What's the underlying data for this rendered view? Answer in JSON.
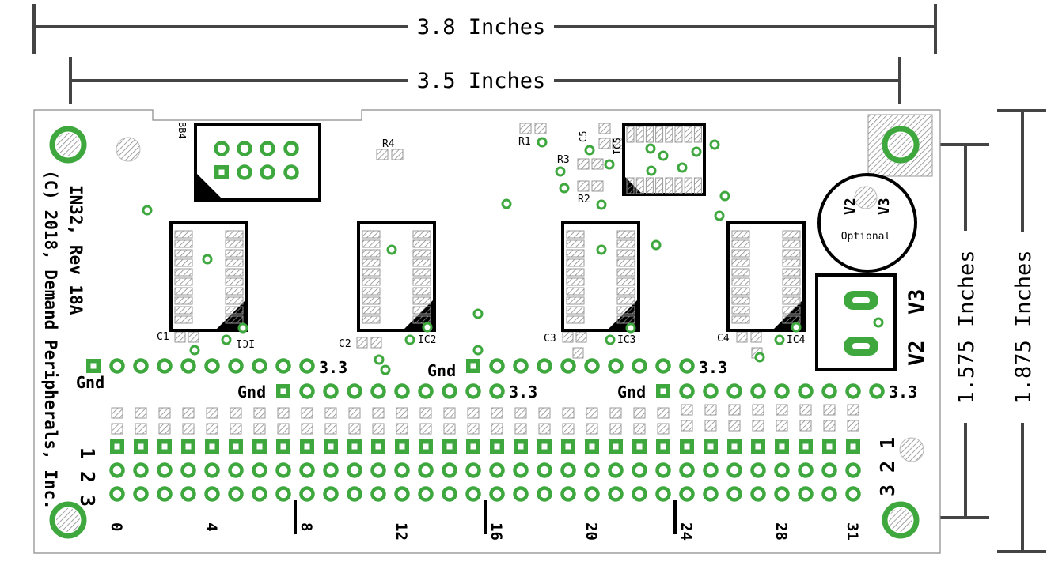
{
  "dimensions": {
    "width_outer": "3.8 Inches",
    "width_inner": "3.5 Inches",
    "height_inner": "1.575 Inches",
    "height_outer": "1.875 Inches"
  },
  "board": {
    "copyright": "(C) 2018, Demand Peripherals, Inc.",
    "model": "IN32, Rev 18A",
    "optional_label": "Optional",
    "connector_label": "BB4"
  },
  "components": {
    "r1": "R1",
    "r2": "R2",
    "r3": "R3",
    "r4": "R4",
    "c1": "C1",
    "c2": "C2",
    "c3": "C3",
    "c4": "C4",
    "c5": "C5",
    "ic1": "IC1",
    "ic2": "IC2",
    "ic3": "IC3",
    "ic4": "IC4",
    "ic5": "IC5",
    "v2": "V2",
    "v3": "V3"
  },
  "pin_rows": {
    "gnd": "Gnd",
    "v33": "3.3",
    "row_1": "1",
    "row_2": "2",
    "row_3": "3"
  },
  "channel_numbers": [
    "0",
    "4",
    "8",
    "12",
    "16",
    "20",
    "24",
    "28",
    "31"
  ],
  "colors": {
    "pad": "#3ea83e",
    "outline": "#000000",
    "hatch": "#9a9a9a",
    "board_edge": "#808080"
  }
}
